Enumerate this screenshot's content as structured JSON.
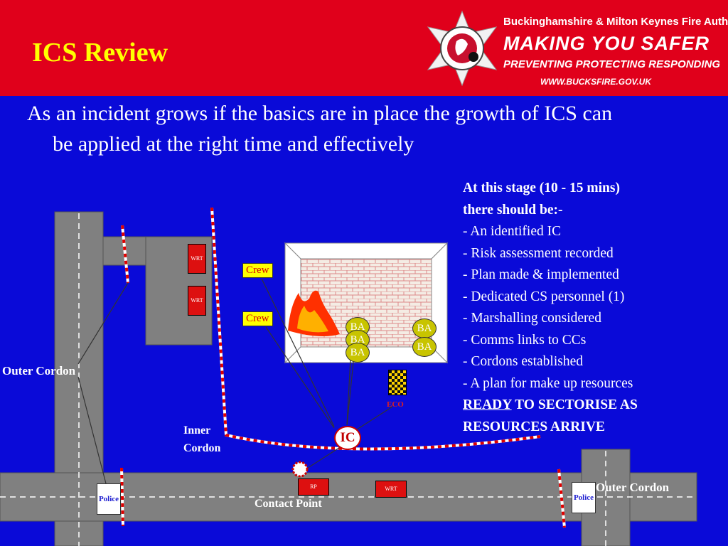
{
  "slide": {
    "title": "ICS Review",
    "bullet": "As an incident grows if the basics are in place the growth of ICS can be applied at the right time and effectively"
  },
  "logo": {
    "line1": "Buckinghamshire & Milton Keynes Fire Authority",
    "line2": "MAKING YOU SAFER",
    "line3": "PREVENTING PROTECTING RESPONDING",
    "line4": "WWW.BUCKSFIRE.GOV.UK",
    "icon": "fire-service-crest-icon"
  },
  "stage": {
    "heading1": "At this stage (10 - 15 mins)",
    "heading2": "there should be:-",
    "items": [
      "- An identified IC",
      "- Risk assessment recorded",
      "- Plan made & implemented",
      "- Dedicated CS personnel (1)",
      "- Marshalling considered",
      "- Comms links to CCs",
      "- Cordons established",
      "- A plan for make up resources"
    ],
    "ready_word": "READY",
    "ready_rest": " TO SECTORISE AS",
    "ready_line2": "RESOURCES ARRIVE"
  },
  "diagram": {
    "outer_cordon_left": "Outer Cordon",
    "outer_cordon_right": "Outer Cordon",
    "inner_cordon_1": "Inner",
    "inner_cordon_2": "Cordon",
    "contact_point": "Contact Point",
    "crew_1": "Crew",
    "crew_2": "Crew",
    "ba_labels": [
      "BA",
      "BA",
      "BA",
      "BA",
      "BA"
    ],
    "ic": "IC",
    "eco": "ECO",
    "rp": "RP",
    "wrt_1": "WRT",
    "wrt_2": "WRT",
    "wrt_3": "WRT",
    "police_1": "Police",
    "police_2": "Police"
  },
  "colors": {
    "background": "#0a0ad8",
    "header": "#e0001b",
    "title": "#ffff00",
    "road": "#808080"
  }
}
